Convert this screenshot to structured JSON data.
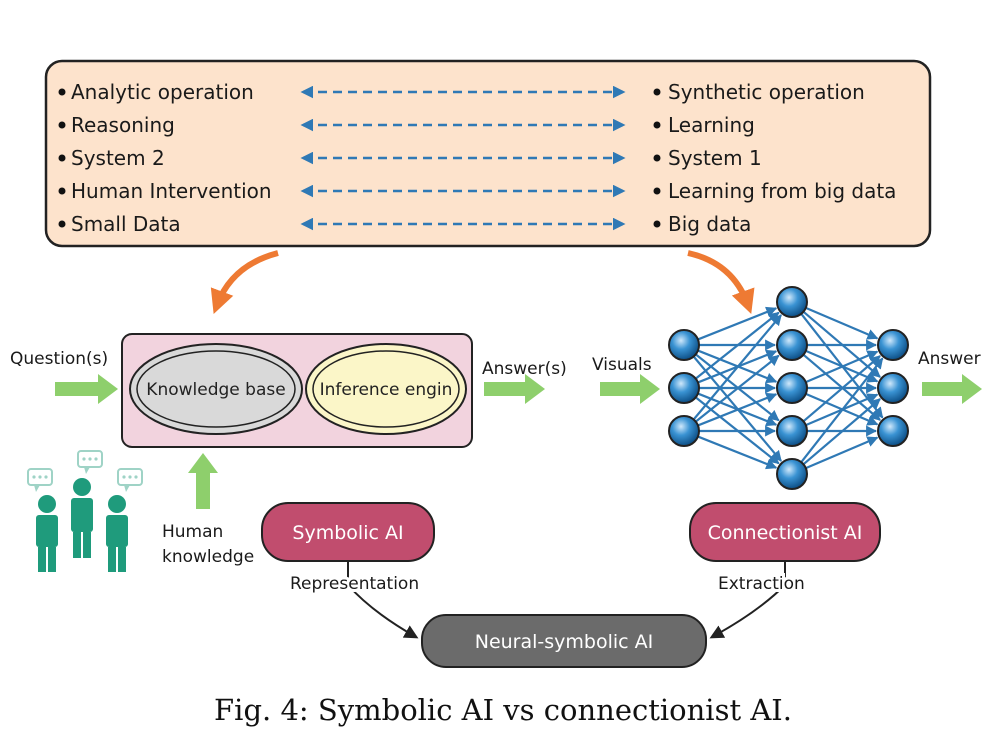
{
  "comparison": {
    "left": [
      "Analytic operation",
      "Reasoning",
      "System 2",
      "Human Intervention",
      "Small Data"
    ],
    "right": [
      "Synthetic operation",
      "Learning",
      "System 1",
      "Learning from big data",
      "Big data"
    ]
  },
  "symbolic": {
    "input_label": "Question(s)",
    "knowledge_base": "Knowledge base",
    "inference": "Inference engin",
    "output_label": "Answer(s)",
    "human_knowledge": [
      "Human",
      "knowledge"
    ]
  },
  "connectionist": {
    "input_label": "Visuals",
    "output_label": "Answer",
    "layer_sizes": [
      3,
      5,
      3
    ]
  },
  "bottom": {
    "symbolic_ai": "Symbolic AI",
    "connectionist_ai": "Connectionist AI",
    "neural_symbolic": "Neural-symbolic AI",
    "representation": "Representation",
    "extraction": "Extraction"
  },
  "caption": "Fig. 4: Symbolic AI vs connectionist AI.",
  "colors": {
    "top_box_fill": "#fde3cc",
    "symbolic_box_fill": "#f2d3de",
    "kb_fill": "#d9d9d9",
    "inference_fill": "#fbf6c8",
    "pill_fill": "#c14d6e",
    "neural_symbolic_fill": "#6b6b6b",
    "arrow_blue": "#2f79b5",
    "arrow_orange": "#ee7a33",
    "arrow_green": "#8ecf6c",
    "node_blue": "#2e86c9",
    "people_green": "#1f9b7c"
  }
}
